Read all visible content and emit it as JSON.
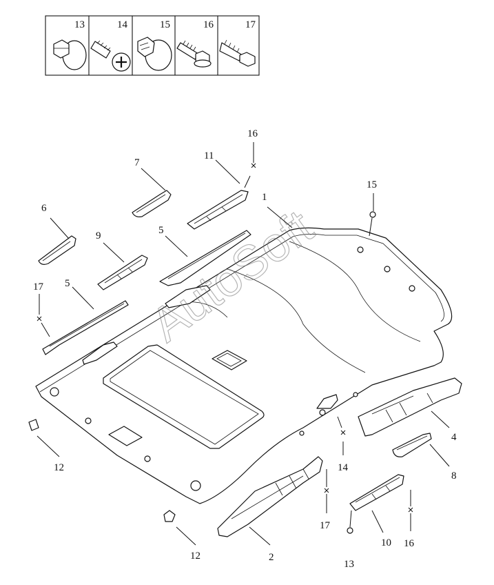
{
  "fastener_table": {
    "columns": [
      {
        "number": "13",
        "icon": "clip-mushroom-icon"
      },
      {
        "number": "14",
        "icon": "screw-phillips-icon"
      },
      {
        "number": "15",
        "icon": "clip-round-icon"
      },
      {
        "number": "16",
        "icon": "bolt-flange-icon"
      },
      {
        "number": "17",
        "icon": "screw-tapping-icon"
      }
    ]
  },
  "callouts": {
    "c1": "1",
    "c2": "2",
    "c4": "4",
    "c5a": "5",
    "c5b": "5",
    "c6": "6",
    "c7": "7",
    "c8": "8",
    "c9": "9",
    "c10": "10",
    "c11": "11",
    "c12a": "12",
    "c12b": "12",
    "c13": "13",
    "c14": "14",
    "c15": "15",
    "c16a": "16",
    "c16b": "16",
    "c17a": "17",
    "c17b": "17"
  },
  "watermark": "AutoSoft"
}
